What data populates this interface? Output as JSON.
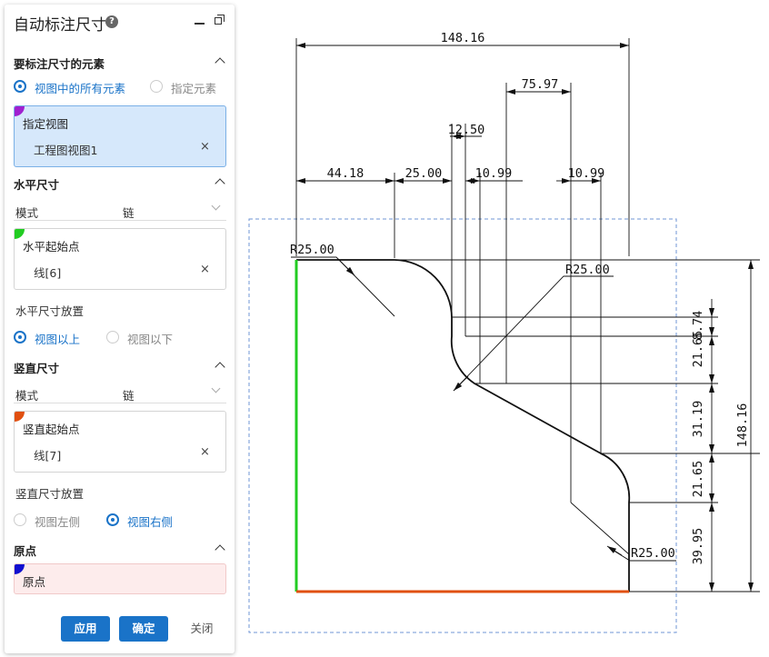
{
  "panel": {
    "title": "自动标注尺寸",
    "help_glyph": "?",
    "sections": {
      "elements": {
        "title": "要标注尺寸的元素",
        "radio_all": "视图中的所有元素",
        "radio_specified": "指定元素",
        "view_box": {
          "title": "指定视图",
          "item": "工程图视图1",
          "clear": "×",
          "flag_color": "#a020d0"
        }
      },
      "horizontal": {
        "title": "水平尺寸",
        "mode_label": "模式",
        "mode_value": "链",
        "start_box": {
          "title": "水平起始点",
          "item": "线[6]",
          "clear": "×",
          "flag_color": "#22cc22"
        },
        "placement_label": "水平尺寸放置",
        "radio_above": "视图以上",
        "radio_below": "视图以下"
      },
      "vertical": {
        "title": "竖直尺寸",
        "mode_label": "模式",
        "mode_value": "链",
        "start_box": {
          "title": "竖直起始点",
          "item": "线[7]",
          "clear": "×",
          "flag_color": "#e05010"
        },
        "placement_label": "竖直尺寸放置",
        "radio_left": "视图左侧",
        "radio_right": "视图右侧"
      },
      "origin": {
        "title": "原点",
        "box": {
          "title": "原点",
          "flag_color": "#1010d0"
        }
      }
    },
    "buttons": {
      "apply": "应用",
      "ok": "确定",
      "close": "关闭"
    },
    "accent_color": "#1a73c8"
  },
  "drawing": {
    "dimensions": {
      "overall_width": "148.16",
      "d75": "75.97",
      "d12": "12.50",
      "d44": "44.18",
      "d25": "25.00",
      "d10a": "10.99",
      "d10b": "10.99",
      "overall_height": "148.16",
      "v874": "8.74",
      "v2165a": "21.65",
      "v3119": "31.19",
      "v2165b": "21.65",
      "v3995": "39.95",
      "r_left": "R25.00",
      "r_mid": "R25.00",
      "r_right": "R25.00"
    },
    "start_edge_colors": {
      "horizontal": "#22cc22",
      "vertical": "#e05010"
    },
    "view_frame_color": "#6f95d6"
  }
}
